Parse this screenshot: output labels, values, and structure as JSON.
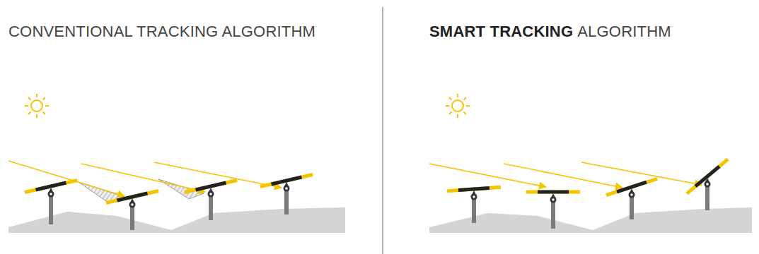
{
  "diagram": {
    "labels": [
      "CONVENTIONAL TRACKING ALGORITHM",
      "SMART TRACKING",
      "ALGORITHM"
    ]
  }
}
